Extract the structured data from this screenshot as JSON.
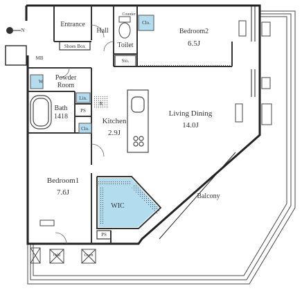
{
  "rooms": {
    "entrance": "Entrance",
    "hall": "Hall",
    "bedroom2_name": "Bedroom2",
    "bedroom2_size": "6.5J",
    "toilet": "Toilet",
    "shoes_box": "Shoes Box",
    "mb": "MB",
    "powder_room_l1": "Powder",
    "powder_room_l2": "Room",
    "w": "W",
    "bath_name": "Bath",
    "bath_size": "1418",
    "lin": "Lin.",
    "ps_1": "PS",
    "r": "R",
    "kitchen_name": "Kitchen",
    "kitchen_size": "2.9J",
    "living_name": "Living Dining",
    "living_size": "14.0J",
    "clo_1": "Clo.",
    "clo_2": "Clo.",
    "sto": "Sto.",
    "counter": "Counter",
    "bedroom1_name": "Bedroom1",
    "bedroom1_size": "7.6J",
    "wic": "WIC",
    "balcony": "Balcony",
    "ps_2": "PS",
    "odd": "Odd",
    "oven": "Oven"
  },
  "compass_label": "N",
  "colors": {
    "wall": "#222222",
    "accent_fill": "#b3dcef",
    "line": "#555555"
  }
}
